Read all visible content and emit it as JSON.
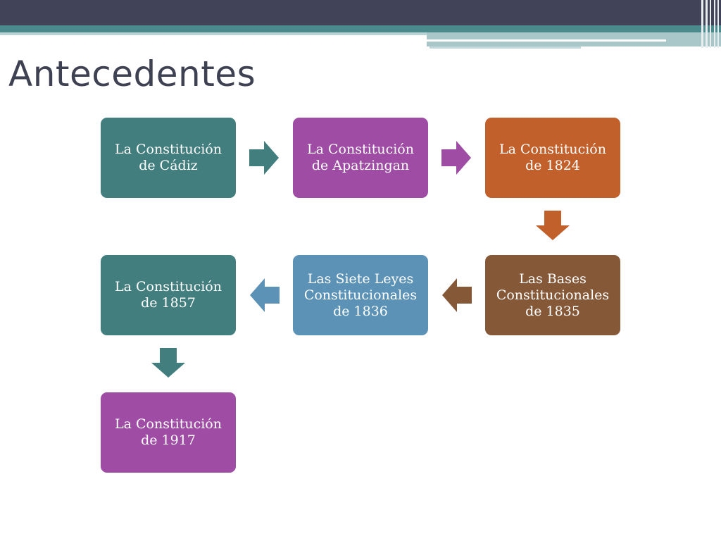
{
  "slide": {
    "title": "Antecedentes"
  },
  "nodes": [
    {
      "id": "cadiz",
      "text": "La Constitución de Cádiz",
      "color": "#437e7e"
    },
    {
      "id": "apatzingan",
      "text": "La Constitución de Apatzingan",
      "color": "#9e4ca4"
    },
    {
      "id": "c1824",
      "text": "La Constitución de 1824",
      "color": "#c2602c"
    },
    {
      "id": "bases1835",
      "text": "Las Bases Constitucionales de 1835",
      "color": "#855838"
    },
    {
      "id": "leyes1836",
      "text": "Las Siete Leyes Constitucionales de 1836",
      "color": "#5b92b6"
    },
    {
      "id": "c1857",
      "text": "La Constitución de 1857",
      "color": "#437e7e"
    },
    {
      "id": "c1917",
      "text": "La Constitución de 1917",
      "color": "#9e4ca4"
    }
  ],
  "arrow_colors": {
    "cadiz_to_apatzingan": "#437e7e",
    "apatzingan_to_1824": "#9e4ca4",
    "c1824_to_1835": "#c2602c",
    "bases1835_to_1836": "#855838",
    "leyes1836_to_1857": "#5b92b6",
    "c1857_to_1917": "#437e7e"
  },
  "theme": {
    "title_color": "#3e4152",
    "top_bar_color": "#414458",
    "accent_bar_color": "#4a8a8c"
  }
}
